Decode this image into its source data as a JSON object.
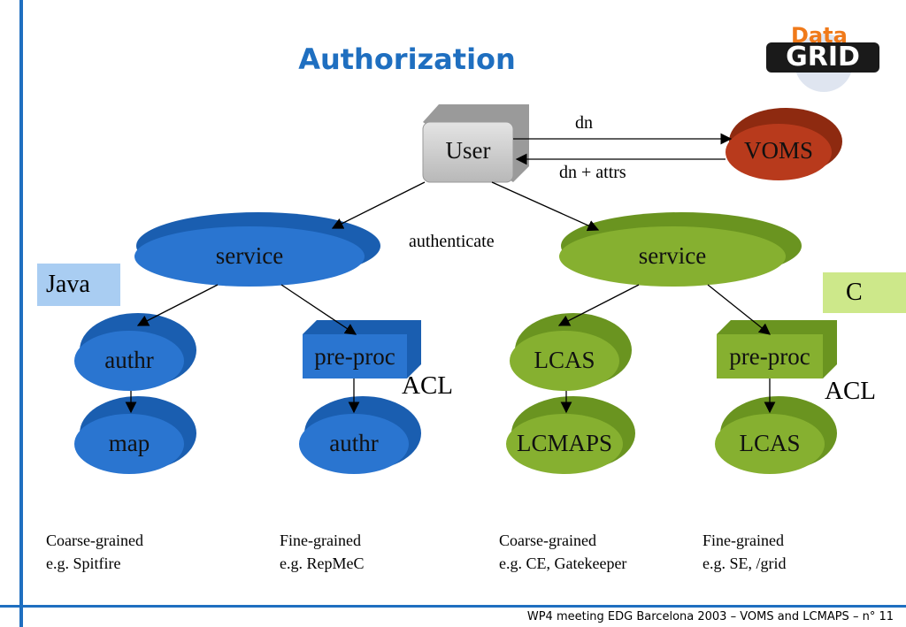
{
  "title": "Authorization",
  "logo": {
    "top_text": "Data",
    "main_text": "GRID"
  },
  "nodes": {
    "user": "User",
    "voms": "VOMS",
    "service_java": "service",
    "service_c": "service",
    "java_authr": "authr",
    "java_preproc": "pre-proc",
    "java_map": "map",
    "java_authr2": "authr",
    "c_lcas": "LCAS",
    "c_preproc": "pre-proc",
    "c_lcmaps": "LCMAPS",
    "c_lcas2": "LCAS"
  },
  "edge_labels": {
    "dn": "dn",
    "dn_attrs": "dn + attrs",
    "authenticate": "authenticate"
  },
  "acl_left": "ACL",
  "acl_right": "ACL",
  "lang": {
    "java": "Java",
    "c": "C"
  },
  "notes": [
    {
      "line1": "Coarse-grained",
      "line2": "e.g. Spitfire"
    },
    {
      "line1": "Fine-grained",
      "line2": "e.g. RepMeC"
    },
    {
      "line1": "Coarse-grained",
      "line2": "e.g. CE, Gatekeeper"
    },
    {
      "line1": "Fine-grained",
      "line2": "e.g. SE, /grid"
    }
  ],
  "footer": "WP4 meeting EDG Barcelona 2003 – VOMS and LCMAPS –  n° 11",
  "colors": {
    "accent": "#1f6fc0",
    "blue_node": "#2a6fc9",
    "green_node": "#7fa82a",
    "voms": "#b83a1c",
    "user_box": "#c8c8c8",
    "java_box": "#a9cdf2",
    "c_box": "#cde88a"
  }
}
